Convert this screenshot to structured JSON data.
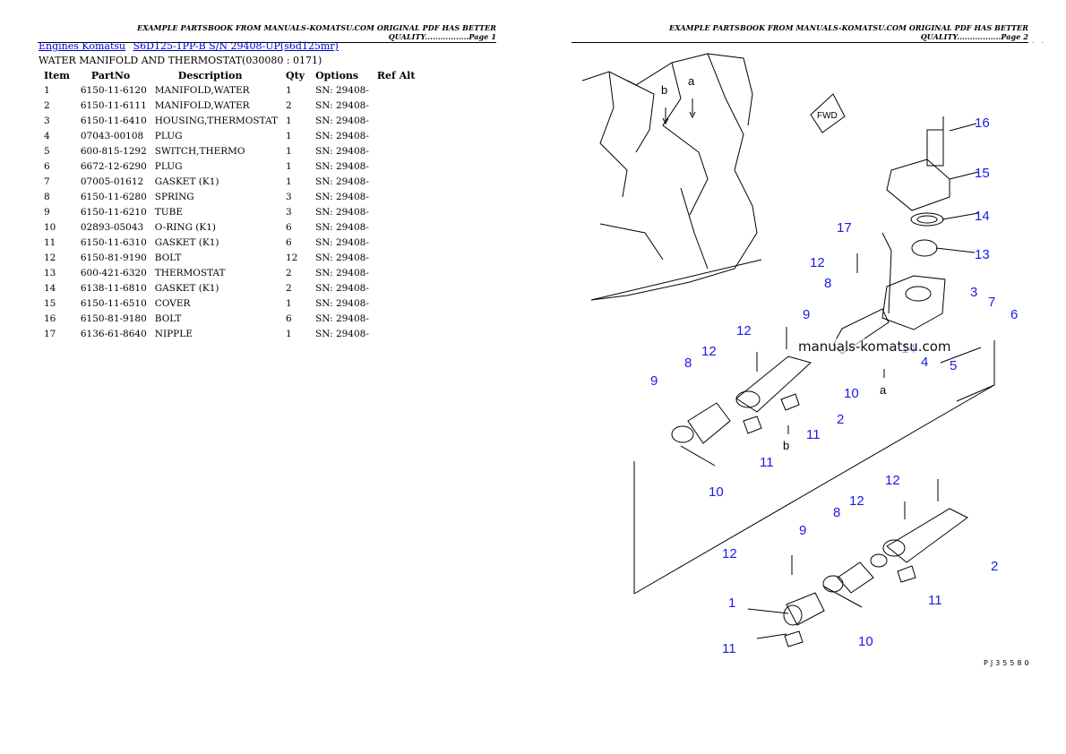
{
  "header": {
    "left": "EXAMPLE PARTSBOOK FROM MANUALS-KOMATSU.COM ORIGINAL PDF HAS BETTER QUALITY.................Page 1",
    "right": "EXAMPLE PARTSBOOK FROM MANUALS-KOMATSU.COM ORIGINAL PDF HAS BETTER QUALITY.................Page 2"
  },
  "breadcrumb": {
    "link1": "Engines Komatsu",
    "link2": "S6D125-1PP-B S/N 29408-UP(s6d125mr)"
  },
  "section_title": "WATER MANIFOLD AND THERMOSTAT(030080 : 0171)",
  "columns": [
    "Item",
    "PartNo",
    "Description",
    "Qty",
    "Options",
    "Ref Alt"
  ],
  "rows": [
    {
      "item": "1",
      "partno": "6150-11-6120",
      "desc": "MANIFOLD,WATER",
      "qty": "1",
      "options": "SN: 29408-"
    },
    {
      "item": "2",
      "partno": "6150-11-6111",
      "desc": "MANIFOLD,WATER",
      "qty": "2",
      "options": "SN: 29408-"
    },
    {
      "item": "3",
      "partno": "6150-11-6410",
      "desc": "HOUSING,THERMOSTAT",
      "qty": "1",
      "options": "SN: 29408-"
    },
    {
      "item": "4",
      "partno": "07043-00108",
      "desc": "PLUG",
      "qty": "1",
      "options": "SN: 29408-"
    },
    {
      "item": "5",
      "partno": "600-815-1292",
      "desc": "SWITCH,THERMO",
      "qty": "1",
      "options": "SN: 29408-"
    },
    {
      "item": "6",
      "partno": "6672-12-6290",
      "desc": "PLUG",
      "qty": "1",
      "options": "SN: 29408-"
    },
    {
      "item": "7",
      "partno": "07005-01612",
      "desc": "GASKET (K1)",
      "qty": "1",
      "options": "SN: 29408-"
    },
    {
      "item": "8",
      "partno": "6150-11-6280",
      "desc": "SPRING",
      "qty": "3",
      "options": "SN: 29408-"
    },
    {
      "item": "9",
      "partno": "6150-11-6210",
      "desc": "TUBE",
      "qty": "3",
      "options": "SN: 29408-"
    },
    {
      "item": "10",
      "partno": "02893-05043",
      "desc": "O-RING (K1)",
      "qty": "6",
      "options": "SN: 29408-"
    },
    {
      "item": "11",
      "partno": "6150-11-6310",
      "desc": "GASKET (K1)",
      "qty": "6",
      "options": "SN: 29408-"
    },
    {
      "item": "12",
      "partno": "6150-81-9190",
      "desc": "BOLT",
      "qty": "12",
      "options": "SN: 29408-"
    },
    {
      "item": "13",
      "partno": "600-421-6320",
      "desc": "THERMOSTAT",
      "qty": "2",
      "options": "SN: 29408-"
    },
    {
      "item": "14",
      "partno": "6138-11-6810",
      "desc": "GASKET (K1)",
      "qty": "2",
      "options": "SN: 29408-"
    },
    {
      "item": "15",
      "partno": "6150-11-6510",
      "desc": "COVER",
      "qty": "1",
      "options": "SN: 29408-"
    },
    {
      "item": "16",
      "partno": "6150-81-9180",
      "desc": "BOLT",
      "qty": "6",
      "options": "SN: 29408-"
    },
    {
      "item": "17",
      "partno": "6136-61-8640",
      "desc": "NIPPLE",
      "qty": "1",
      "options": "SN: 29408-"
    }
  ],
  "diagram": {
    "fwd_label": "FWD",
    "watermark": "manuals-komatsu.com",
    "ref_code": "PJ35580",
    "dots": ". . . . . . .",
    "marks": {
      "a": "a",
      "b": "b"
    },
    "callouts": {
      "c16": "16",
      "c15": "15",
      "c14": "14",
      "c17": "17",
      "c13": "13",
      "c12a": "12",
      "c8a": "8",
      "c3": "3",
      "c7": "7",
      "c6": "6",
      "c9a": "9",
      "c12b": "12",
      "c12c": "12",
      "c14b": "14",
      "c4": "4",
      "c5": "5",
      "c10a": "10",
      "c8b": "8",
      "c9b": "9",
      "c2a": "2",
      "c11a": "11",
      "c11b": "11",
      "c10b": "10",
      "c12d": "12",
      "c12e": "12",
      "c8c": "8",
      "c9c": "9",
      "c12f": "12",
      "c2b": "2",
      "c1": "1",
      "c11c": "11",
      "c11d": "11",
      "c10c": "10"
    }
  }
}
